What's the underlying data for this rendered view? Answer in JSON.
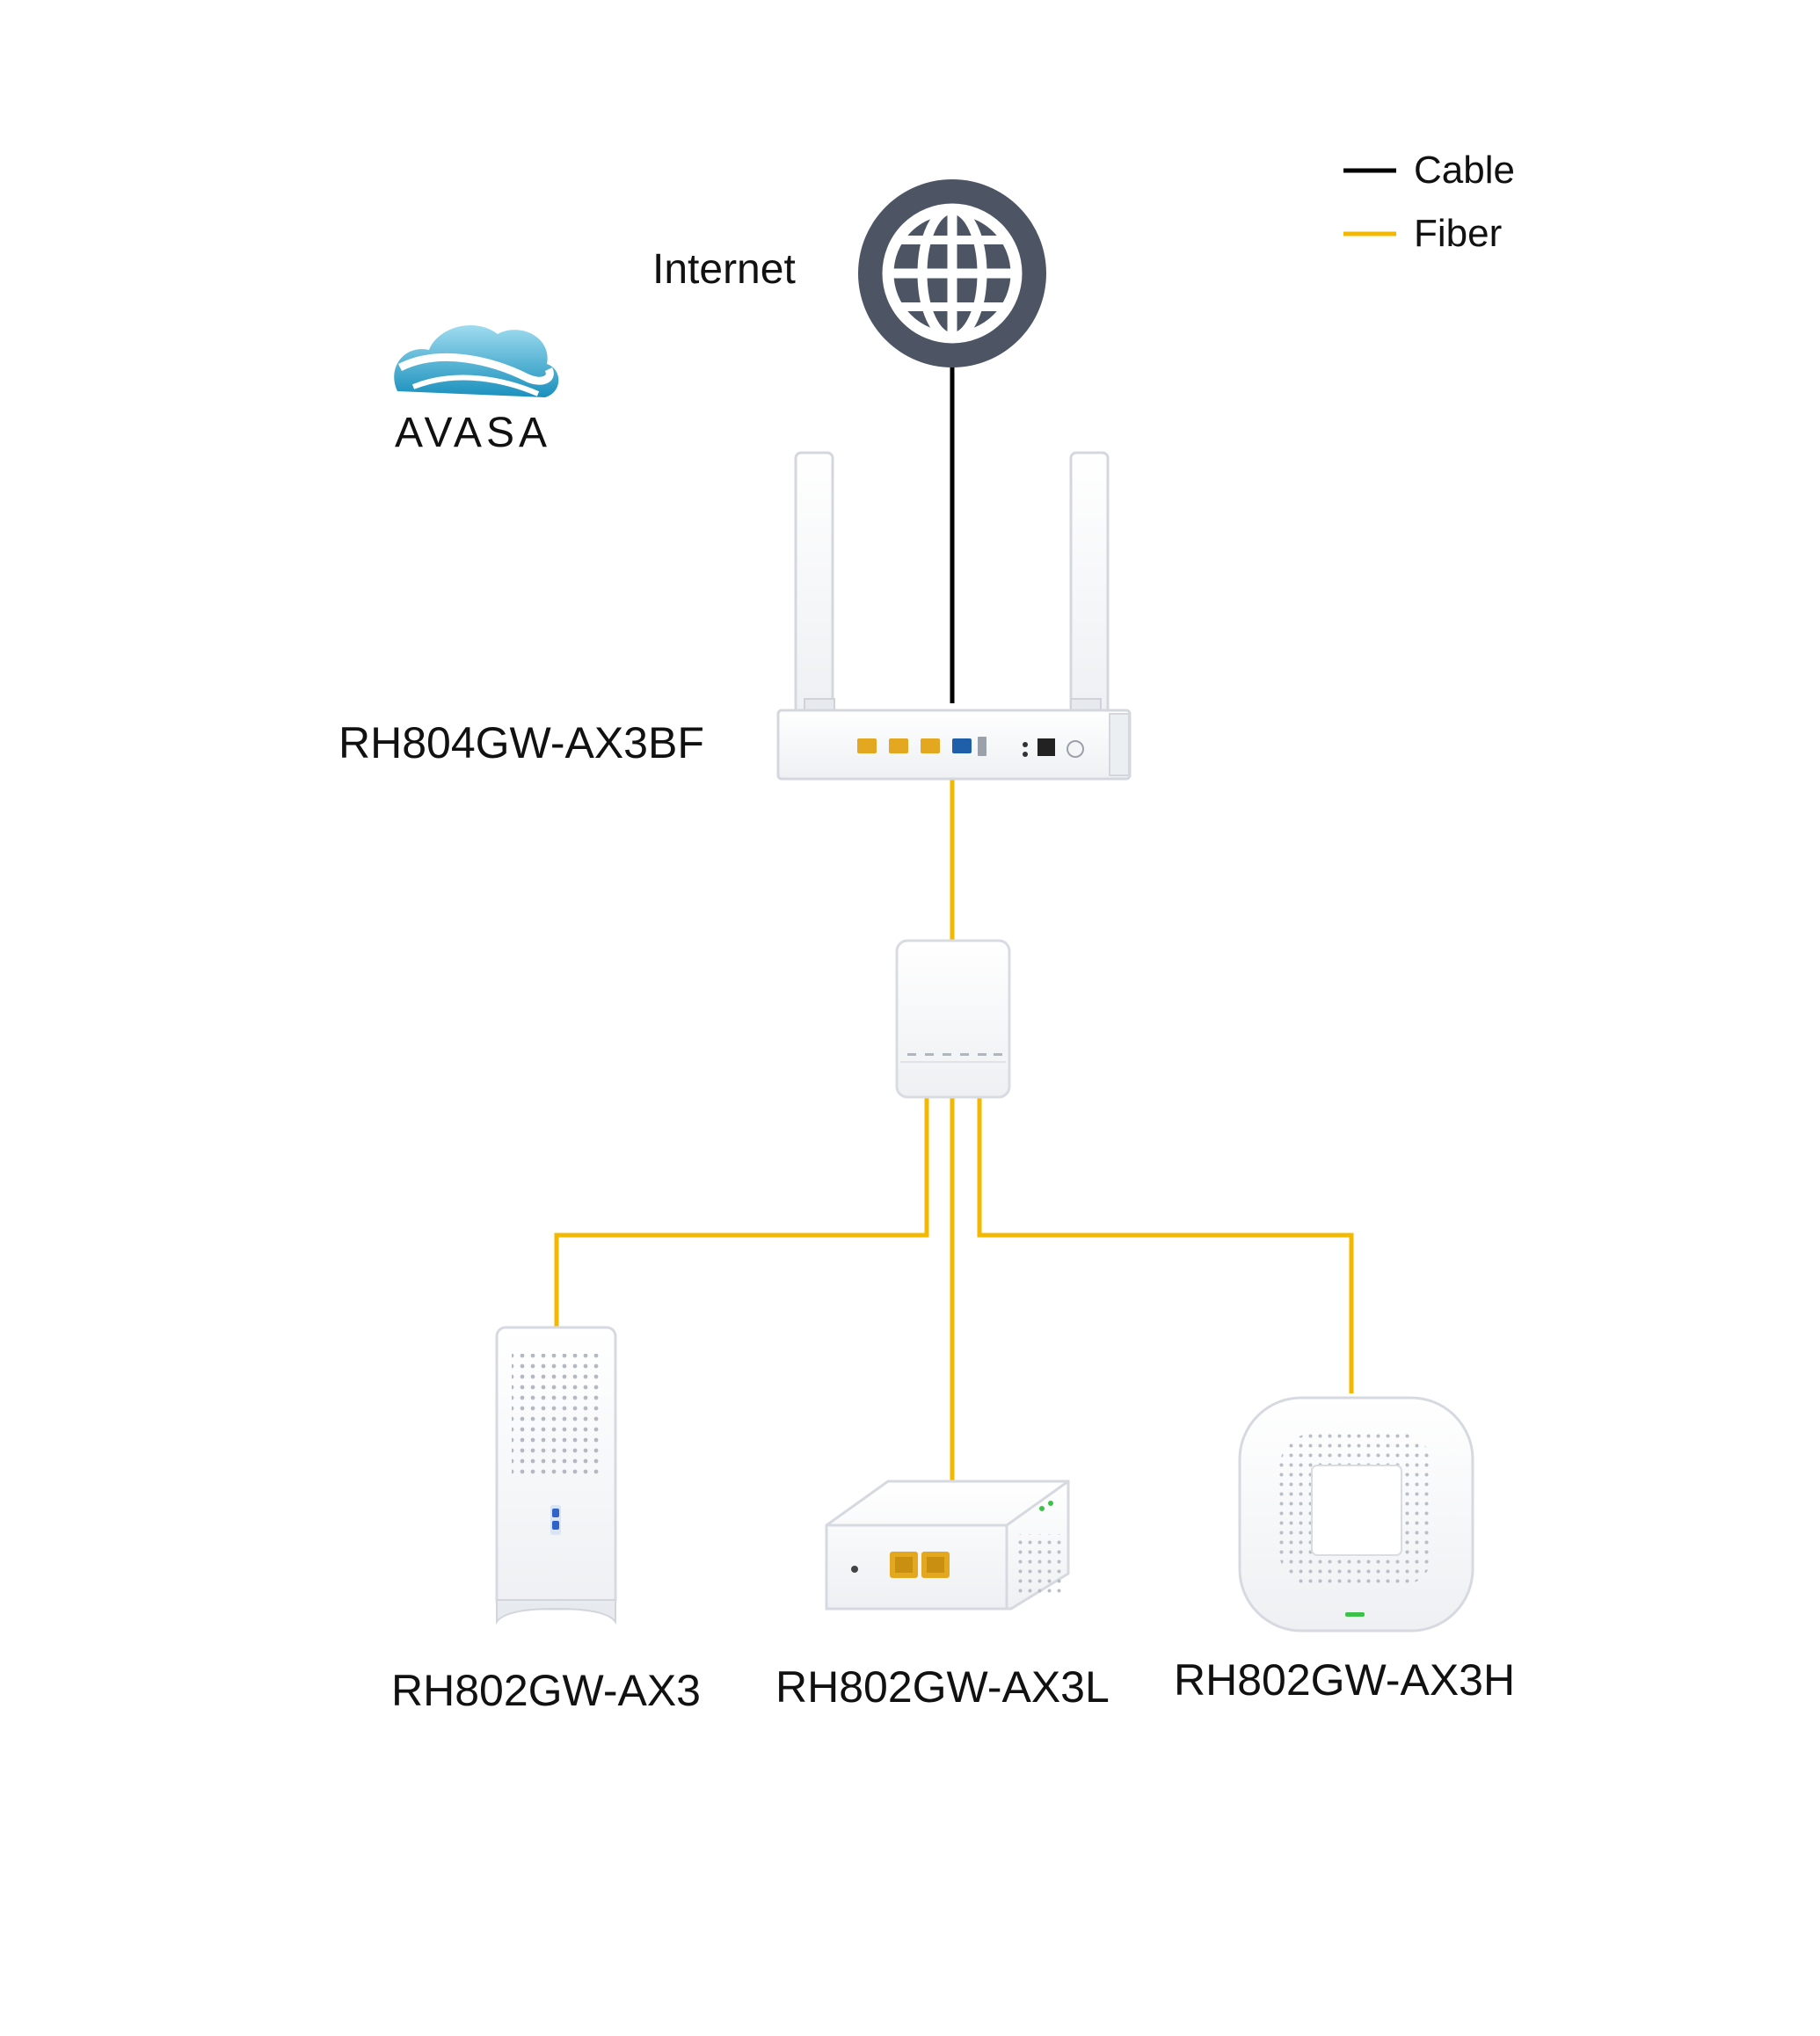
{
  "legend": {
    "items": [
      {
        "label": "Cable",
        "color": "#000000"
      },
      {
        "label": "Fiber",
        "color": "#f5b800"
      }
    ]
  },
  "internet": {
    "label": "Internet",
    "icon": "globe-icon",
    "color": "#4d5565"
  },
  "logo": {
    "text": "AVASA",
    "icon": "cloud-logo"
  },
  "gateway": {
    "label": "RH804GW-AX3BF"
  },
  "splitter": {
    "label": ""
  },
  "endpoints": [
    {
      "label": "RH802GW-AX3"
    },
    {
      "label": "RH802GW-AX3L"
    },
    {
      "label": "RH802GW-AX3H"
    }
  ],
  "colors": {
    "cable": "#000000",
    "fiber": "#f5b800",
    "device": "#ffffff",
    "device_edge": "#d4d8de"
  }
}
